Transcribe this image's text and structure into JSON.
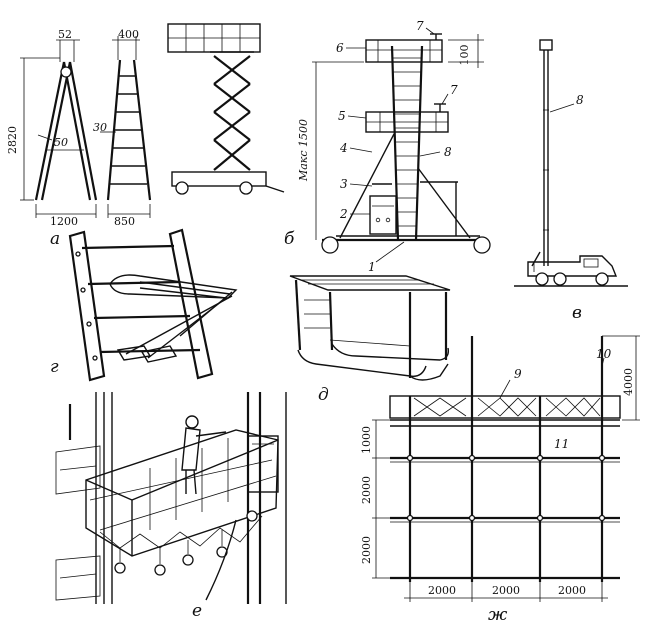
{
  "panels": {
    "a": {
      "label": "а",
      "dims": {
        "top_left": "52",
        "top_right": "400",
        "height": "2820",
        "mid_left": "50",
        "mid_right": "30",
        "base_left": "1200",
        "base_right": "850"
      }
    },
    "b": {
      "label": "б",
      "height_text": "Макс 1500",
      "top_dim": "100",
      "callouts": [
        "1",
        "2",
        "3",
        "4",
        "5",
        "6",
        "7",
        "7",
        "8"
      ]
    },
    "v": {
      "label": "в",
      "callout": "8"
    },
    "g": {
      "label": "г"
    },
    "d": {
      "label": "д"
    },
    "e": {
      "label": "е"
    },
    "zh": {
      "label": "ж",
      "callouts": {
        "deck": "9",
        "post": "10",
        "frame": "11"
      },
      "dims": {
        "top": "4000",
        "tier1": "1000",
        "tier2": "2000",
        "tier3": "2000",
        "bay1": "2000",
        "bay2": "2000",
        "bay3": "2000"
      }
    }
  }
}
